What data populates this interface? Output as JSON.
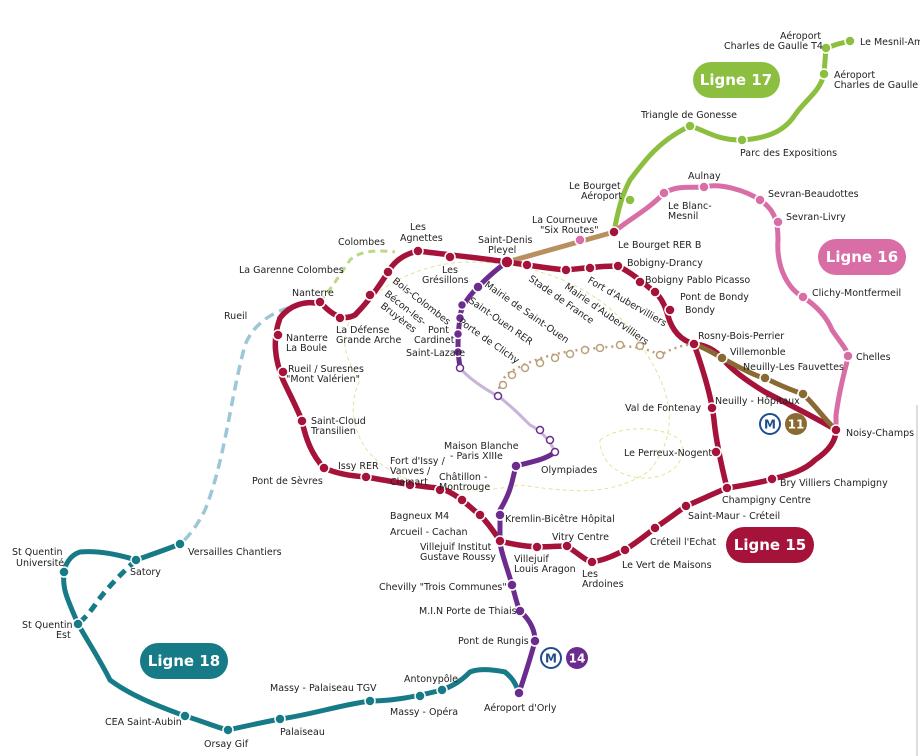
{
  "colors": {
    "line15": "#a5123a",
    "line16": "#d96ea6",
    "line17": "#8cbf3f",
    "line18": "#167a87",
    "line14": "#6b2c8e",
    "line11": "#8a6a33",
    "paris_boundary": "#e8e09a",
    "connector_dash": "#9cc7d6",
    "lightgreen_dash": "#bcd98a"
  },
  "badges": {
    "l15": "Ligne 15",
    "l16": "Ligne 16",
    "l17": "Ligne 17",
    "l18": "Ligne 18",
    "metro_symbol": "M",
    "m14": "14",
    "m11": "11"
  },
  "labels": {
    "mesnil": "Le Mesnil-Am",
    "cdg4_a": "Aéroport",
    "cdg4_b": "Charles de Gaulle T4",
    "cdg2_a": "Aéroport",
    "cdg2_b": "Charles de Gaulle T",
    "triangle": "Triangle de Gonesse",
    "parc": "Parc des Expositions",
    "bourget_a": "Le Bourget",
    "bourget_b": "Aéroport",
    "aulnay": "Aulnay",
    "sevranb": "Sevran-Beaudottes",
    "blanc_a": "Le Blanc-",
    "blanc_b": "Mesnil",
    "sevranl": "Sevran-Livry",
    "courneuve_a": "La Courneuve",
    "courneuve_b": "\"Six Routes\"",
    "bourgetrer": "Le Bourget RER B",
    "agnettes_a": "Les",
    "agnettes_b": "Agnettes",
    "colombes": "Colombes",
    "sdp_a": "Saint-Denis",
    "sdp_b": "Pleyel",
    "gresillons_a": "Les",
    "gresillons_b": "Grésillons",
    "bobdrancy": "Bobigny-Drancy",
    "bobpicasso": "Bobigny Pablo Picasso",
    "garenne": "La Garenne Colombes",
    "clichy": "Clichy-Montfermeil",
    "nanterre": "Nanterre",
    "boiscol": "Bois-Colombes",
    "becon_a": "Bécon-les-",
    "becon_b": "Bruyères",
    "mairiesto": "Mairie de Saint-Ouen",
    "sto_rer": "Saint-Ouen RER",
    "stade": "Stade de France",
    "fort_aub": "Fort d'Aubervilliers",
    "mairie_aub": "Mairie d'Aubervilliers",
    "pontbondy": "Pont de Bondy",
    "bondy": "Bondy",
    "rueil": "Rueil",
    "portecl": "Porte de Clichy",
    "ldef_a": "La Défense",
    "ldef_b": "Grande Arche",
    "pontcard_a": "Pont",
    "pontcard_b": "Cardinet",
    "nboule_a": "Nanterre",
    "nboule_b": "La Boule",
    "stlaz": "Saint-Lazare",
    "rosny": "Rosny-Bois-Perrier",
    "villemonble": "Villemonble",
    "neuillyf": "Neuilly-Les Fauvettes",
    "chelles": "Chelles",
    "rueilsur_a": "Rueil / Suresnes",
    "rueilsur_b": "\"Mont Valérien\"",
    "neuillyh": "Neuilly - Hôpitaux",
    "valfont": "Val de Fontenay",
    "noisy": "Noisy-Champs",
    "stcloud_a": "Saint-Cloud",
    "stcloud_b": "Transilien",
    "maisonb_a": "Maison Blanche",
    "maisonb_b": "- Paris XIIIe",
    "perreux": "Le Perreux-Nogent",
    "fortissy_a": "Fort d'Issy /",
    "fortissy_b": "Vanves /",
    "fortissy_c": "Clamart",
    "issyrer": "Issy RER",
    "olymp": "Olympiades",
    "chatillon_a": "Châtillon -",
    "chatillon_b": "Montrouge",
    "pontsevres": "Pont de Sèvres",
    "bryv": "Bry Villiers Champigny",
    "champigny": "Champigny Centre",
    "bagneux": "Bagneux M4",
    "kremlin": "Kremlin-Bicêtre Hôpital",
    "stmaur": "Saint-Maur - Créteil",
    "arcueil": "Arcueil - Cachan",
    "creteil": "Créteil l'Echat",
    "vitry": "Vitry Centre",
    "vjig_a": "Villejuif Institut",
    "vjig_b": "Gustave Roussy",
    "vjla_a": "Villejuif",
    "vjla_b": "Louis Aragon",
    "vertm": "Le Vert de Maisons",
    "ardoines_a": "Les",
    "ardoines_b": "Ardoines",
    "stq_u_a": "St Quentin",
    "stq_u_b": "Université",
    "versailles": "Versailles Chantiers",
    "satory": "Satory",
    "chevilly": "Chevilly \"Trois Communes\"",
    "min": "M.I.N Porte de Thiais",
    "stq_e_a": "St Quentin",
    "stq_e_b": "Est",
    "rungis": "Pont de Rungis",
    "antony": "Antonypôle",
    "massytgv": "Massy - Palaiseau TGV",
    "massyop": "Massy - Opéra",
    "orly": "Aéroport d'Orly",
    "cea": "CEA Saint-Aubin",
    "palaiseau": "Palaiseau",
    "orsay": "Orsay Gif"
  }
}
